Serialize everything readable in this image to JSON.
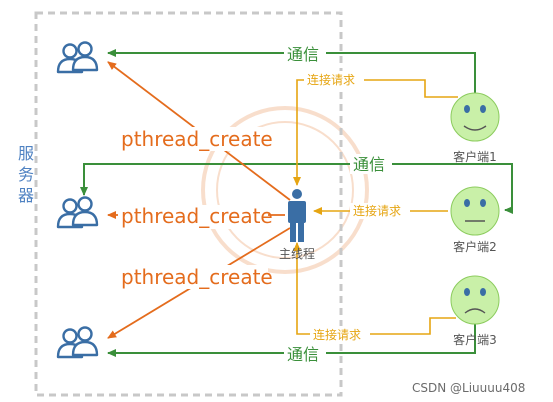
{
  "server_label": [
    "服",
    "务",
    "器"
  ],
  "main_thread_label": "主线程",
  "calls": {
    "create_1": "pthread_create",
    "create_2": "pthread_create",
    "create_3": "pthread_create"
  },
  "links": {
    "comm_1": "通信",
    "comm_2": "通信",
    "comm_3": "通信",
    "req_1": "连接请求",
    "req_2": "连接请求",
    "req_3": "连接请求"
  },
  "clients": {
    "c1": "客户端1",
    "c2": "客户端2",
    "c3": "客户端3"
  },
  "watermark": "CSDN @Liuuuu408",
  "colors": {
    "orange": "#e46c1d",
    "green": "#3a8f3a",
    "yellow": "#e6a512",
    "blue": "#4f82c2",
    "face": "#c9f0a8"
  }
}
